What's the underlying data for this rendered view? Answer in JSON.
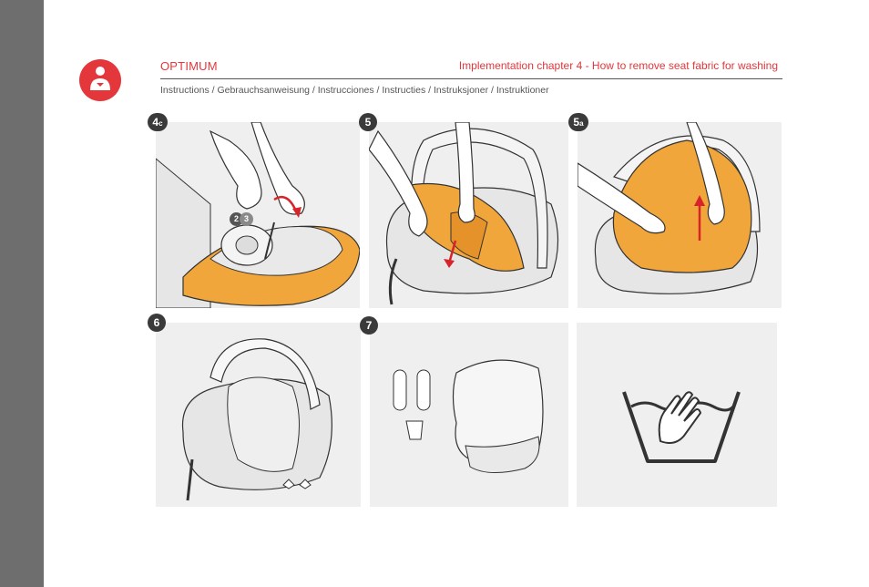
{
  "header": {
    "brand": "OPTIMUM",
    "chapter": "Implementation chapter 4 - How to remove seat fabric for washing",
    "subtitle": "Instructions / Gebrauchsanweisung / Instrucciones / Instructies / Instruksjoner / Instruktioner"
  },
  "steps": {
    "s4c": {
      "num": "4",
      "sub": "c"
    },
    "s5": {
      "num": "5"
    },
    "s5a": {
      "num": "5",
      "sub": "a"
    },
    "s6": {
      "num": "6"
    },
    "s7": {
      "num": "7"
    },
    "inset_a": "2",
    "inset_b": "3"
  },
  "colors": {
    "accent": "#e3373c",
    "fabric": "#f0a63a",
    "panel": "#efefef",
    "sidebar": "#6e6e6e"
  }
}
